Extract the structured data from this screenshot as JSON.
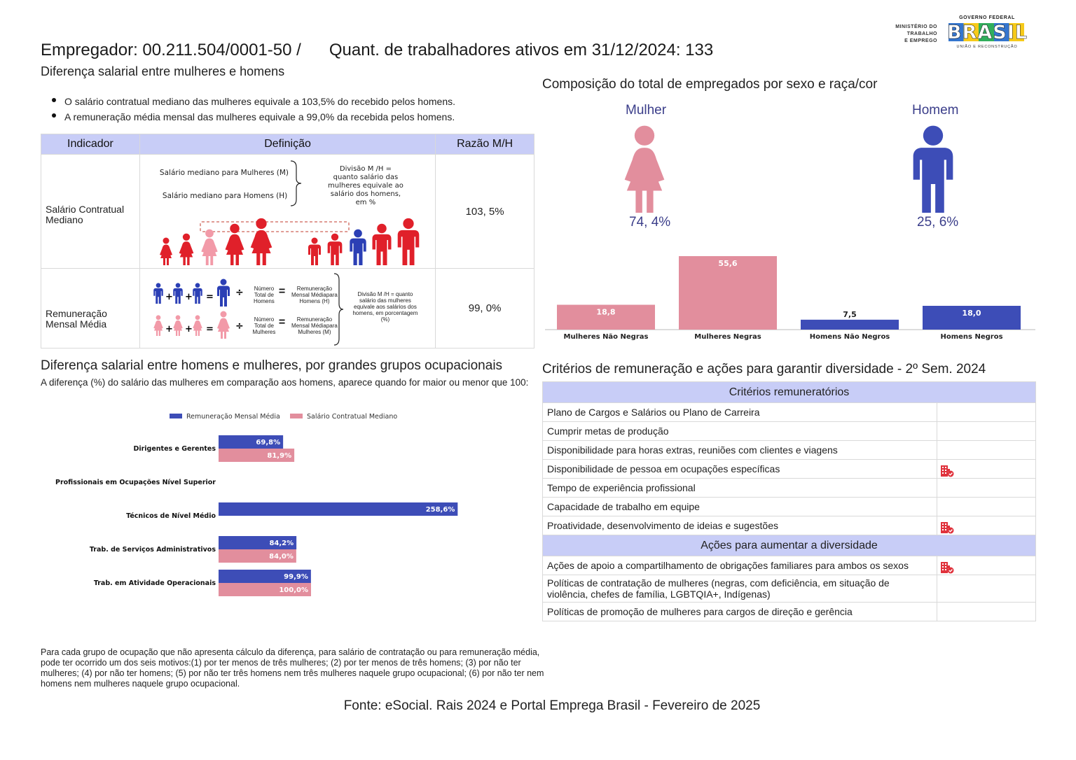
{
  "header": {
    "employer": "Empregador: 00.211.504/0001-50 /",
    "workers": "Quant. de trabalhadores ativos em 31/12/2024: 133",
    "subtitle": "Diferença salarial entre mulheres e homens"
  },
  "logos": {
    "ministry": [
      "MINISTÉRIO DO",
      "TRABALHO",
      "E EMPREGO"
    ],
    "gov_top": "GOVERNO FEDERAL",
    "gov_word": "BRASIL",
    "gov_bottom": "UNIÃO E RECONSTRUÇÃO"
  },
  "bullets": [
    "O salário contratual mediano das mulheres equivale a 103,5% do recebido pelos homens.",
    "A remuneração média mensal das mulheres equivale a 99,0% da recebida pelos homens."
  ],
  "indicator_table": {
    "headers": [
      "Indicador",
      "Definição",
      "Razão M/H"
    ],
    "rows": [
      {
        "indicator": "Salário Contratual Mediano",
        "def_women": "Salário mediano para Mulheres (M)",
        "def_men": "Salário mediano para Homens (H)",
        "def_division": "Divisão M /H = quanto salário das mulheres equivale ao salário dos homens, em %",
        "ratio": "103, 5%"
      },
      {
        "indicator": "Remuneração Mensal Média",
        "men_count": "Número Total de Homens",
        "men_remun": "Remuneração Mensal Médiapara Homens (H)",
        "women_count": "Número Total de Mulheres",
        "women_remun": "Remuneração Mensal Médiapara Mulheres (M)",
        "def_division": "Divisão M /H = quanto salário das mulheres equivale aos salários dos homens, em porcentagem (%)",
        "ratio": "99, 0%"
      }
    ]
  },
  "composition": {
    "title": "Composição do total de empregados por sexo e raça/cor",
    "women_label": "Mulher",
    "men_label": "Homem",
    "women_pct": "74, 4%",
    "men_pct": "25, 6%",
    "colors": {
      "women": "#e28e9d",
      "men": "#3d4db7"
    }
  },
  "chart_data": [
    {
      "type": "bar",
      "categories": [
        "Mulheres Não Negras",
        "Mulheres Negras",
        "Homens Não Negros",
        "Homens Negros"
      ],
      "values": [
        18.8,
        55.6,
        7.5,
        18.0
      ],
      "labels": [
        "18,8",
        "55,6",
        "7,5",
        "18,0"
      ],
      "colors": [
        "#e28e9d",
        "#e28e9d",
        "#3d4db7",
        "#3d4db7"
      ],
      "ylim": [
        0,
        55.6
      ]
    },
    {
      "type": "bar",
      "orientation": "horizontal",
      "categories": [
        "Dirigentes e Gerentes",
        "Profissionais em Ocupações Nível Superior",
        "Técnicos de Nível Médio",
        "Trab. de Serviços Administrativos",
        "Trab. em Atividade Operacionais"
      ],
      "series": [
        {
          "name": "Remuneração Mensal Média",
          "color": "#3d4db7",
          "values": [
            69.8,
            null,
            258.6,
            84.2,
            99.9
          ],
          "labels": [
            "69,8%",
            "",
            "258,6%",
            "84,2%",
            "99,9%"
          ]
        },
        {
          "name": "Salário Contratual Mediano",
          "color": "#e28e9d",
          "values": [
            81.9,
            null,
            null,
            84.0,
            100.0
          ],
          "labels": [
            "81,9%",
            "",
            "",
            "84,0%",
            "100,0%"
          ]
        }
      ],
      "legend": "top-center"
    }
  ],
  "occupational": {
    "title": "Diferença salarial entre homens e mulheres, por grandes grupos ocupacionais",
    "subtitle": "A diferença (%) do salário das mulheres em comparação aos homens, aparece quando for maior ou menor que 100:"
  },
  "criteria": {
    "title": "Critérios de remuneração e ações para garantir diversidade - 2º Sem. 2024",
    "section1": "Critérios remuneratórios",
    "items1": [
      {
        "text": "Plano de Cargos e Salários ou Plano de Carreira",
        "checked": false
      },
      {
        "text": "Cumprir metas de produção",
        "checked": false
      },
      {
        "text": "Disponibilidade para horas extras, reuniões com clientes e viagens",
        "checked": false
      },
      {
        "text": "Disponibilidade de pessoa em ocupações específicas",
        "checked": true
      },
      {
        "text": "Tempo de experiência profissional",
        "checked": false
      },
      {
        "text": "Capacidade de trabalho em equipe",
        "checked": false
      },
      {
        "text": "Proatividade, desenvolvimento de ideias e sugestões",
        "checked": true
      }
    ],
    "section2": "Ações para aumentar a diversidade",
    "items2": [
      {
        "text": "Ações de apoio a compartilhamento de obrigações familiares para ambos os sexos",
        "checked": true
      },
      {
        "text": "Políticas de contratação de mulheres (negras, com deficiência, em situação de violência, chefes de família, LGBTQIA+, Indígenas)",
        "checked": false
      },
      {
        "text": "Políticas de promoção de mulheres para cargos de direção e gerência",
        "checked": false
      }
    ],
    "check_icon": "building-check-icon",
    "check_color": "#e0323c"
  },
  "footnote": "Para cada grupo de ocupação que não apresenta cálculo da diferença, para salário de contratação ou para remuneração média, pode ter ocorrido um dos seis motivos:(1) por ter menos de três mulheres; (2) por ter menos de três homens; (3) por não ter mulheres; (4) por não ter homens; (5) por não ter três homens nem três mulheres naquele grupo ocupacional; (6) por não ter nem homens nem mulheres naquele grupo ocupacional.",
  "source": "Fonte: eSocial. Rais 2024 e Portal Emprega Brasil - Fevereiro de 2025"
}
